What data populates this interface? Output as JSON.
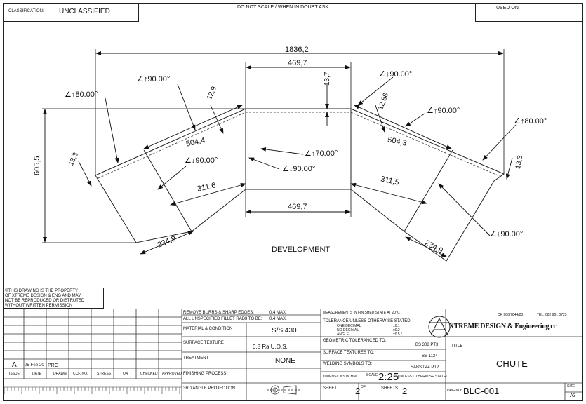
{
  "header": {
    "classification_label": "CLASSIFICATION:",
    "classification_value": "UNCLASSIFIED",
    "scale_note": "DO NOT SCALE / WHEN IN DOUBT ASK",
    "used_on_label": "USED ON"
  },
  "drawing": {
    "dimensions": {
      "overall_width": "1836,2",
      "top_flat": "469,7",
      "bottom_flat": "469,7",
      "height": "605,5",
      "center_thickness": "13,7",
      "left_edge_thickness": "13,3",
      "right_edge_thickness": "13,3",
      "left_thickness_upper": "12,9",
      "right_thickness_upper": "12,88",
      "left_outer_length": "504,4",
      "right_outer_length": "504,3",
      "left_inner_length": "311,6",
      "right_inner_length": "311,5",
      "left_bottom": "234,9",
      "right_bottom": "234,9"
    },
    "angles": {
      "left_outer": "80.00°",
      "left_upper": "90.00°",
      "left_inner": "90.00°",
      "center_lower": "90.00°",
      "center_upper": "70.00°",
      "right_upper": "90.00°",
      "right_mid": "90.00°",
      "right_outer": "80.00°",
      "right_lower": "90.00°"
    },
    "caption": "DEVELOPMENT"
  },
  "copyright": {
    "lines": [
      "THIS DRAWING IS THE PROPERTY",
      "OF XTREME DESIGN & ENG AND MAY",
      "NOT BE REPRODUCED OR DISTRUTED",
      "WITHOUT WRITTEN PERMISSION"
    ]
  },
  "revision": {
    "row": {
      "issue": "A",
      "date": "05-Feb-20",
      "drawn": "PRC"
    },
    "headers": [
      "ISSUE",
      "DATE",
      "DRAWN",
      "CCF. NO.",
      "STRESS",
      "QA",
      "CHECKED",
      "APPROVED"
    ]
  },
  "spec": {
    "burrs_label": "REMOVE BURRS & SHARP EDGES:",
    "burrs_value": "0.4 MAX.",
    "fillet_label": "ALL UNSPECIFIED FILLET RADII TO BE:",
    "fillet_value": "0.4 MAX.",
    "material_label": "MATERIAL & CONDITION",
    "material_value": "S/S 430",
    "surface_label": "SURFACE TEXTURE",
    "surface_value": "0.8  Ra U.O.S.",
    "treatment_label": "TREATMENT",
    "treatment_value": "NONE",
    "finishing_label": "FINISHING PROCESS",
    "projection_label": "3RD ANGLE PROJECTION"
  },
  "tolerances": {
    "measurements": "MEASUREMENTS IN FINISHED STATE AT 20°C",
    "tolerance_label": "TOLERANCE UNLESS OTHERWISE STATED",
    "one_decimal": "ONE DECIMAL",
    "no_decimal": "NO DECIMAL",
    "angle": "ANGLE",
    "one_decimal_val": "±0.1",
    "no_decimal_val": "±0.2",
    "angle_val": "±0.5 °",
    "geometric_label": "GEOMETRIC TOLERANCED TO:",
    "geometric_value": "BS 308 PT3",
    "surface_textures_label": "SURFACE TEXTURES TO:",
    "surface_textures_value": "BS 1134",
    "welding_label": "WELDING SYMBOLS TO:",
    "welding_value": "SABS 044 PT2",
    "dims_label": "DIMENSIONS IN MM",
    "scale_label": "SCALE",
    "scale_value": "2:25",
    "scale_note": "UNLESS OTHERWISE STATED",
    "sheet_label": "SHEET",
    "sheet_value": "2",
    "of_label": "OF",
    "sheets_label": "SHEETS",
    "sheets_value": "2"
  },
  "company": {
    "phone_ck": "CK 96/27044/23",
    "phone_tel": "TEL: 082 901 0723",
    "name": "XTREME DESIGN & Engineering cc",
    "title_label": "TITLE",
    "title_value": "CHUTE",
    "dwg_label": "DRG NO:",
    "dwg_value": "BLC-001",
    "size_label": "SIZE",
    "size_value": "A3"
  }
}
